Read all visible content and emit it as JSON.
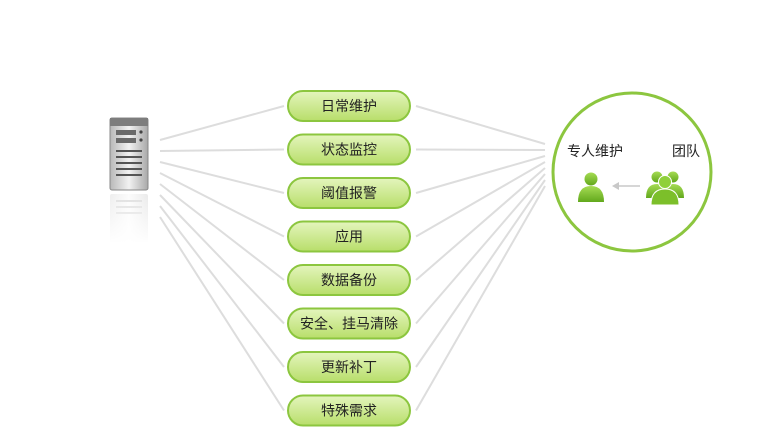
{
  "services": [
    {
      "label": "日常维护"
    },
    {
      "label": "状态监控"
    },
    {
      "label": "阈值报警"
    },
    {
      "label": "应用"
    },
    {
      "label": "数据备份"
    },
    {
      "label": "安全、挂马清除"
    },
    {
      "label": "更新补丁"
    },
    {
      "label": "特殊需求"
    }
  ],
  "support": {
    "dedicated_label": "专人维护",
    "team_label": "团队"
  },
  "colors": {
    "pill_fill": "#c9e88a",
    "pill_border": "#8cc63f",
    "circle_border": "#8cc63f",
    "person_icon": "#7cbf2a",
    "connector_line": "#dddddd",
    "arrow": "#cccccc"
  },
  "icons": {
    "server": "server-icon",
    "person": "person-icon",
    "group": "group-icon",
    "arrow": "arrow-left-icon"
  }
}
